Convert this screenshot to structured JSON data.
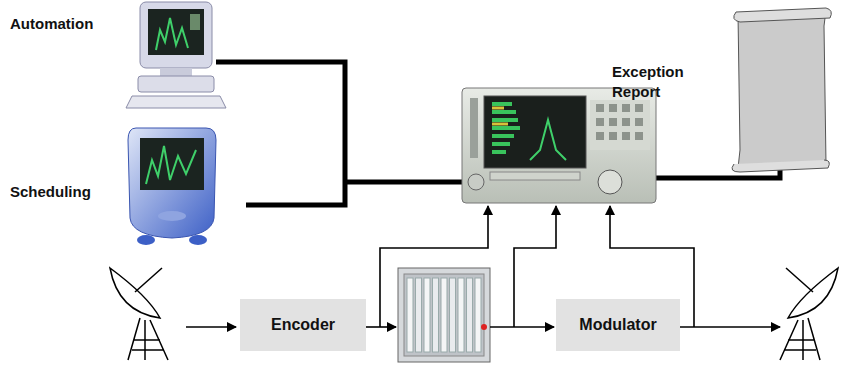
{
  "diagram": {
    "nodes": [
      {
        "text": [
          "Encoder"
        ]
      },
      {
        "text": [
          "Modulator"
        ]
      }
    ],
    "labels": [
      "Automation",
      "Scheduling",
      "Exception Report"
    ]
  }
}
